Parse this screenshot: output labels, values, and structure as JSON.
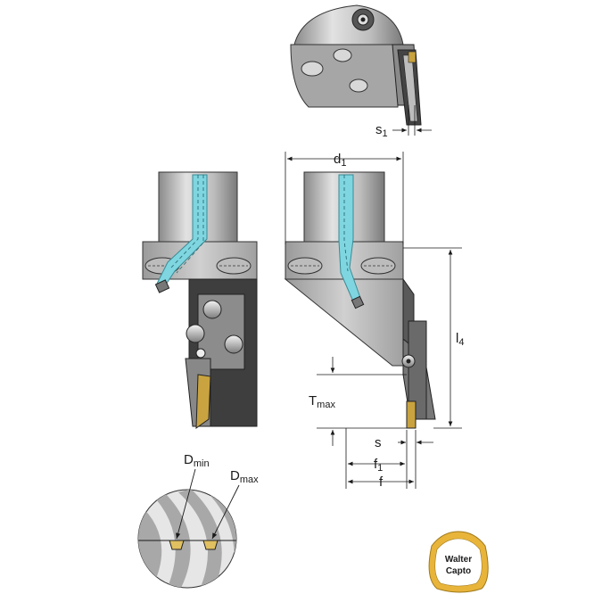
{
  "dimensions": {
    "s1": {
      "base": "s",
      "sub": "1"
    },
    "d1": {
      "base": "d",
      "sub": "1"
    },
    "l4": {
      "base": "l",
      "sub": "4"
    },
    "tmax": {
      "base": "T",
      "sub": "max"
    },
    "s": {
      "base": "s",
      "sub": ""
    },
    "f1": {
      "base": "f",
      "sub": "1"
    },
    "f": {
      "base": "f",
      "sub": ""
    },
    "dmin": {
      "base": "D",
      "sub": "min"
    },
    "dmax": {
      "base": "D",
      "sub": "max"
    }
  },
  "logo": {
    "line1": "Walter",
    "line2": "Capto"
  },
  "colors": {
    "body_light": "#d6d6d6",
    "body_mid": "#a9a9a9",
    "body_dark": "#6f6f6f",
    "coolant": "#7fd6e0",
    "insert": "#c9a340",
    "logo_gold": "#e8b43a",
    "line": "#1a1a1a"
  }
}
